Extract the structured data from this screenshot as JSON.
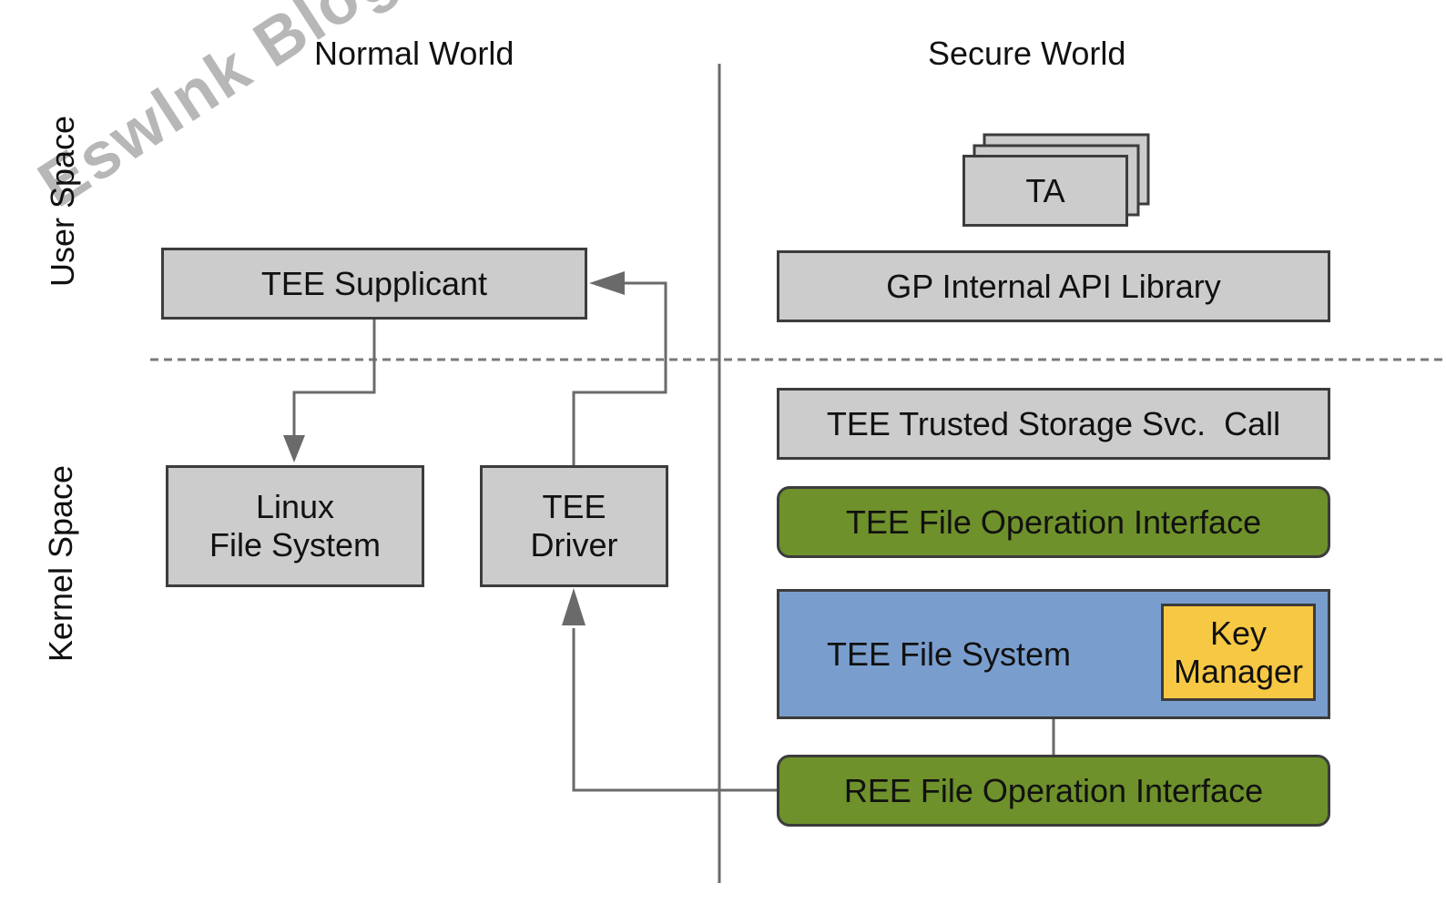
{
  "watermark": "Eswlnk Blog",
  "headers": {
    "normal_world": "Normal World",
    "secure_world": "Secure World"
  },
  "side_labels": {
    "user_space": "User Space",
    "kernel_space": "Kernel Space"
  },
  "normal_world": {
    "tee_supplicant": "TEE Supplicant",
    "linux_fs_line1": "Linux",
    "linux_fs_line2": "File System",
    "tee_driver_line1": "TEE",
    "tee_driver_line2": "Driver"
  },
  "secure_world": {
    "ta": "TA",
    "gp_internal_api": "GP Internal API Library",
    "trusted_storage_call": "TEE Trusted Storage Svc.  Call",
    "tee_file_op_interface": "TEE File Operation Interface",
    "tee_file_system": "TEE File System",
    "key_manager_line1": "Key",
    "key_manager_line2": "Manager",
    "ree_file_op_interface": "REE File Operation Interface"
  },
  "colors": {
    "box_gray": "#cccccc",
    "green": "#6e912b",
    "blue": "#799ece",
    "yellow": "#f7c844",
    "line": "#6a6a6a"
  }
}
